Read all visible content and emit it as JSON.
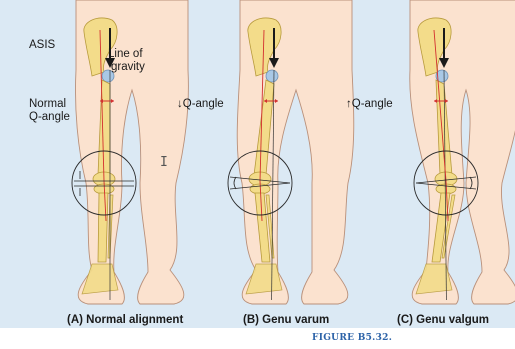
{
  "panels": [
    {
      "id": "normal",
      "caption": "(A) Normal alignment",
      "angle_label": "Normal\nQ-angle",
      "knee_state": "normal"
    },
    {
      "id": "varum",
      "caption": "(B) Genu varum",
      "angle_label": "↓Q-angle",
      "knee_state": "varum"
    },
    {
      "id": "valgum",
      "caption": "(C) Genu valgum",
      "angle_label": "↑Q-angle",
      "knee_state": "valgum"
    }
  ],
  "labels": {
    "asis": "ASIS",
    "line_of_gravity": "Line of\ngravity"
  },
  "figure_label": "FIGURE B5.32.",
  "colors": {
    "background": "#dbe9f4",
    "skin": "#fbe2cf",
    "skin_outline": "#b9907a",
    "bone": "#f3dc8a",
    "bone_outline": "#b79a3c",
    "red_axis": "#d32f2f",
    "figure_label": "#2d63a8"
  }
}
